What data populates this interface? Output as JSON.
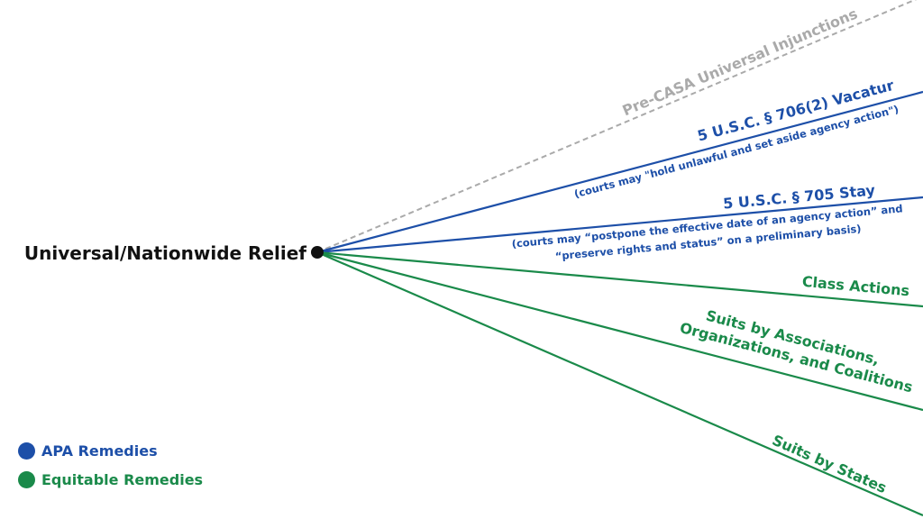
{
  "colors": {
    "apa": "#1d4fa8",
    "equitable": "#1a8a4a",
    "pre_casa": "#aaaaaa",
    "root": "#111111"
  },
  "root": {
    "label": "Universal/Nationwide Relief"
  },
  "branches": {
    "pre_casa": {
      "label": "Pre-CASA Universal Injunctions"
    },
    "vacatur": {
      "label": "5 U.S.C. § 706(2) Vacatur",
      "sub": "(courts may \"hold unlawful and set aside agency action\")"
    },
    "stay": {
      "label": "5 U.S.C. § 705 Stay",
      "sub_line1": "(courts may “postpone the effective date of an agency action” and",
      "sub_line2": "“preserve rights and status” on a preliminary basis)"
    },
    "class_actions": {
      "label": "Class Actions"
    },
    "associations": {
      "line1": "Suits by Associations,",
      "line2": "Organizations, and Coalitions"
    },
    "states": {
      "label": "Suits by States"
    }
  },
  "legend": {
    "apa": "APA Remedies",
    "equitable": "Equitable Remedies"
  }
}
